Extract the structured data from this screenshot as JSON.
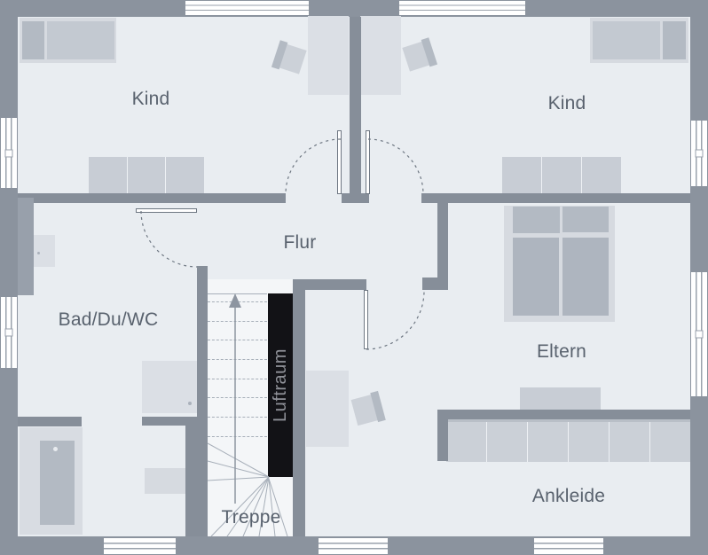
{
  "rooms": {
    "kind_left": {
      "label": "Kind"
    },
    "kind_right": {
      "label": "Kind"
    },
    "flur": {
      "label": "Flur"
    },
    "bad": {
      "label": "Bad/Du/WC"
    },
    "eltern": {
      "label": "Eltern"
    },
    "ankleide": {
      "label": "Ankleide"
    },
    "treppe": {
      "label": "Treppe"
    },
    "luftraum": {
      "label": "Luftraum"
    }
  },
  "colors": {
    "wall": "#868e99",
    "bg": "#8b939e",
    "floor": "#e9edf1",
    "stair_floor": "#f4f6f8",
    "void": "#121216",
    "void_text": "#8f9198",
    "label_text": "#59626e",
    "furn": "#c8cdd5",
    "furn_dark": "#b3bac3",
    "furn_light": "#dbdfe5",
    "line": "#a7afb9",
    "door_line": "#6e7782",
    "glazing": "#9aa2ac"
  }
}
